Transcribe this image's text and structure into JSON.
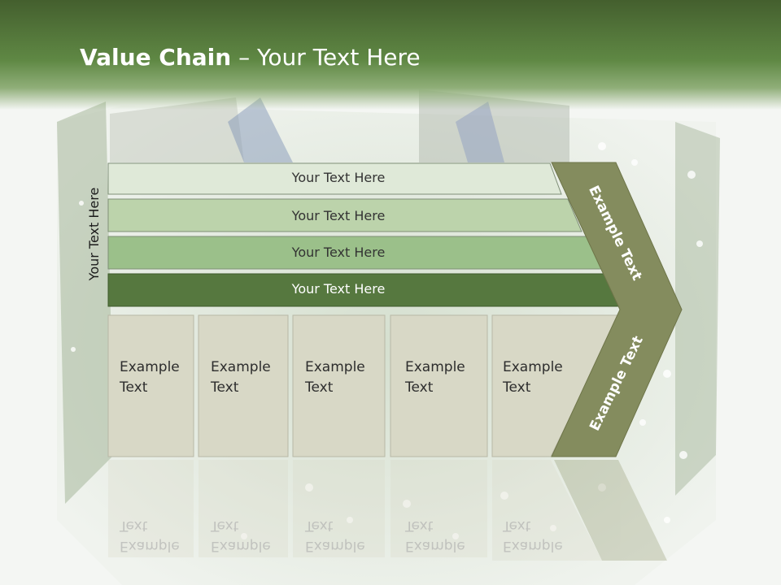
{
  "title": {
    "bold": "Value Chain",
    "rest": " – Your Text Here"
  },
  "side_label": "Your Text Here",
  "bars": [
    {
      "label": "Your Text Here",
      "color": "#dfe9d8"
    },
    {
      "label": "Your Text Here",
      "color": "#bcd3ab"
    },
    {
      "label": "Your Text Here",
      "color": "#9bc08a"
    },
    {
      "label": "Your Text Here",
      "color": "#56783f"
    }
  ],
  "cells": [
    {
      "text": "Example\nText"
    },
    {
      "text": "Example\nText"
    },
    {
      "text": "Example\nText"
    },
    {
      "text": "Example\nText"
    },
    {
      "text": "Example\nText"
    }
  ],
  "chevron": {
    "top_label": "Example Text",
    "bottom_label": "Example Text",
    "color": "#848c5e"
  },
  "colors": {
    "header": "#4f6f38",
    "cell_fill": "#d8d8c6",
    "cell_border": "#b8b8a6"
  }
}
